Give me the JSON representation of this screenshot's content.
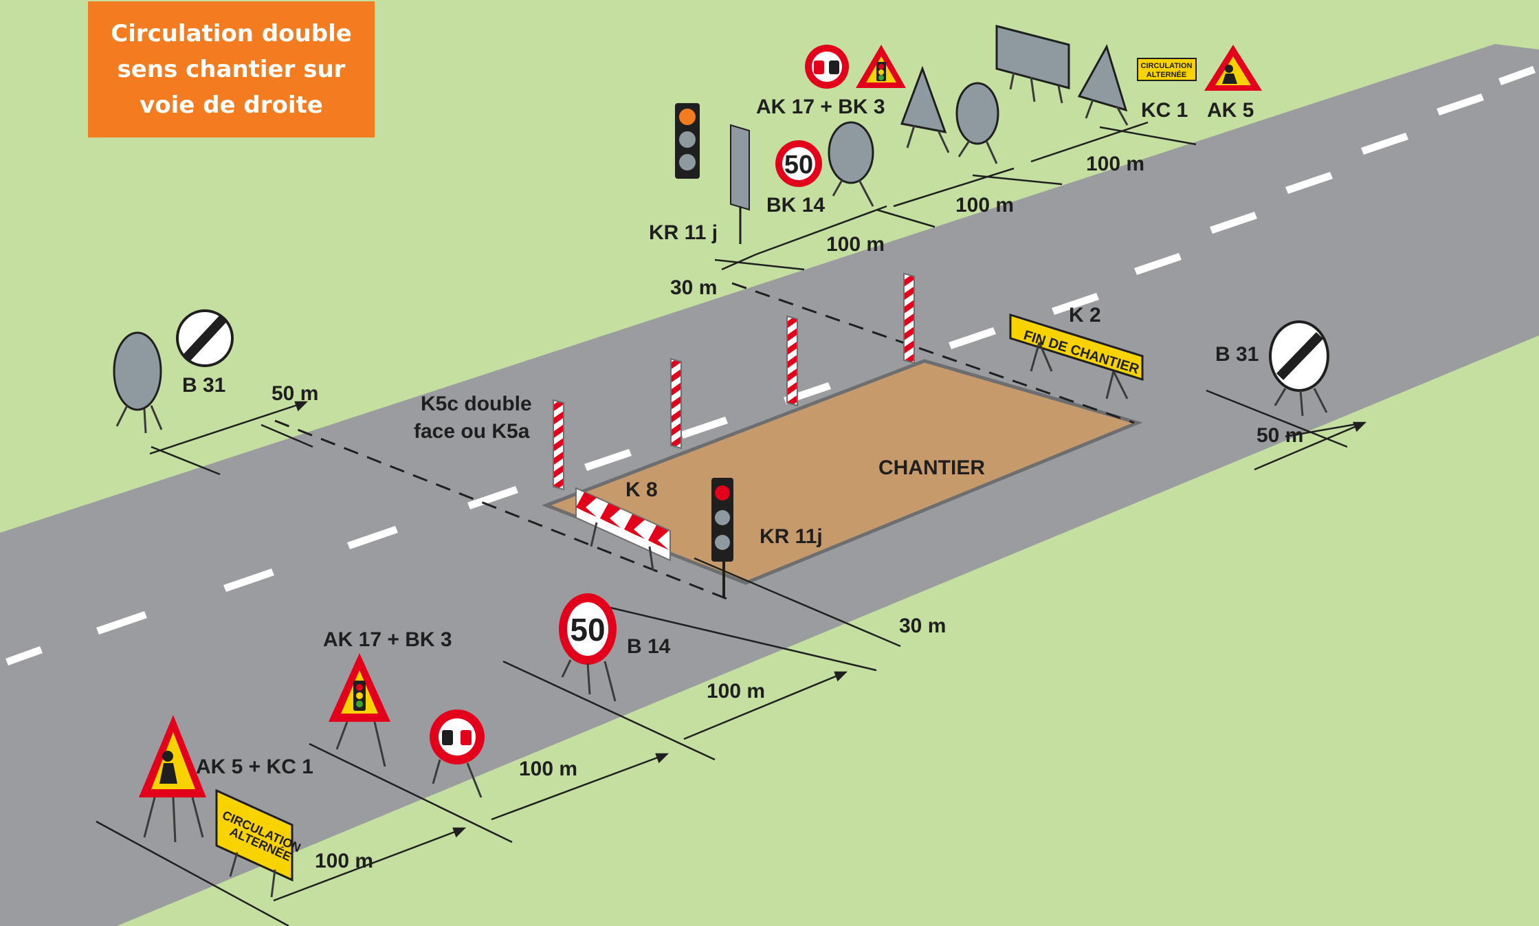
{
  "title": "Circulation double sens chantier sur voie de droite",
  "colors": {
    "grass": "#c4dfa0",
    "road": "#9b9ca0",
    "work_zone": "#c69a6b",
    "title_bg": "#f47c20",
    "sign_red": "#e2001a",
    "sign_yellow": "#f8d300",
    "sign_back": "#8e9aa0"
  },
  "labels": {
    "chantier": "CHANTIER",
    "k2": "K 2",
    "k2_panel": "FIN DE CHANTIER",
    "k8": "K 8",
    "k5c_line1": "K5c double",
    "k5c_line2": "face ou K5a",
    "kr11j_near": "KR 11j",
    "kr11j_far": "KR 11 j",
    "b31_left": "B 31",
    "b31_right": "B 31",
    "b14": "B 14",
    "bk14": "BK 14",
    "ak17_bk3_near": "AK 17 + BK 3",
    "ak17_bk3_far": "AK 17 + BK 3",
    "ak5_kc1": "AK 5 + KC 1",
    "kc1": "KC 1",
    "ak5": "AK 5",
    "kc1_panel_line1": "CIRCULATION",
    "kc1_panel_line2": "ALTERNÉE",
    "speed_value": "50"
  },
  "distances": {
    "d_50m_left": "50 m",
    "d_50m_right": "50 m",
    "d_30m_near": "30 m",
    "d_30m_far": "30 m",
    "d_100m_near_1": "100 m",
    "d_100m_near_2": "100 m",
    "d_100m_near_3": "100 m",
    "d_100m_far_1": "100 m",
    "d_100m_far_2": "100 m",
    "d_100m_far_3": "100 m"
  },
  "icons": [
    "traffic-light-icon",
    "roadworks-warning-icon",
    "no-overtaking-icon",
    "end-of-restrictions-icon",
    "speed-limit-icon",
    "chevron-barrier-icon"
  ]
}
